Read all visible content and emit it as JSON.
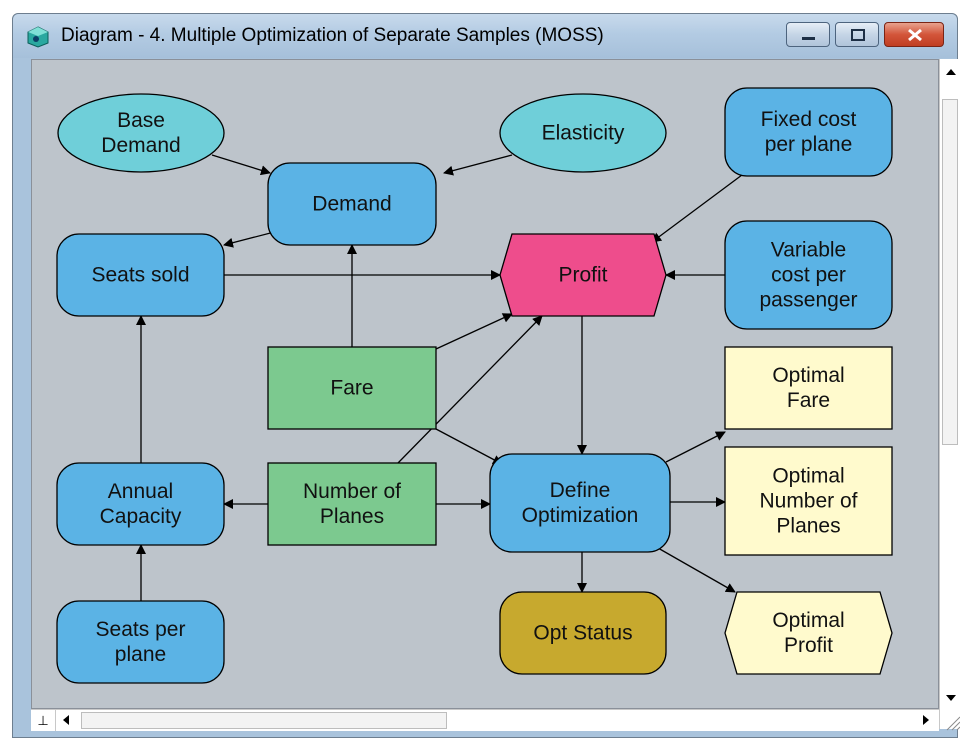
{
  "window": {
    "title": "Diagram - 4. Multiple Optimization of Separate Samples (MOSS)"
  },
  "diagram": {
    "nodes": {
      "base_demand": [
        "Base",
        "Demand"
      ],
      "elasticity": [
        "Elasticity"
      ],
      "fixed_cost": [
        "Fixed cost",
        "per plane"
      ],
      "demand": [
        "Demand"
      ],
      "seats_sold": [
        "Seats sold"
      ],
      "profit": [
        "Profit"
      ],
      "variable_cost": [
        "Variable",
        "cost per",
        "passenger"
      ],
      "fare": [
        "Fare"
      ],
      "optimal_fare": [
        "Optimal",
        "Fare"
      ],
      "annual_capacity": [
        "Annual",
        "Capacity"
      ],
      "number_of_planes": [
        "Number of",
        "Planes"
      ],
      "define_optimization": [
        "Define",
        "Optimization"
      ],
      "optimal_number_of_planes": [
        "Optimal",
        "Number of",
        "Planes"
      ],
      "seats_per_plane": [
        "Seats per",
        "plane"
      ],
      "opt_status": [
        "Opt Status"
      ],
      "optimal_profit": [
        "Optimal",
        "Profit"
      ]
    }
  },
  "colors": {
    "variable": "#5bb3e5",
    "chance": "#6fcfd9",
    "objective": "#ee4d8c",
    "decision": "#7cc98f",
    "constant": "#fffacd",
    "status": "#c7a92e",
    "canvas": "#bdc4cb"
  },
  "scroll": {
    "drop_icon": "anchor-icon"
  }
}
